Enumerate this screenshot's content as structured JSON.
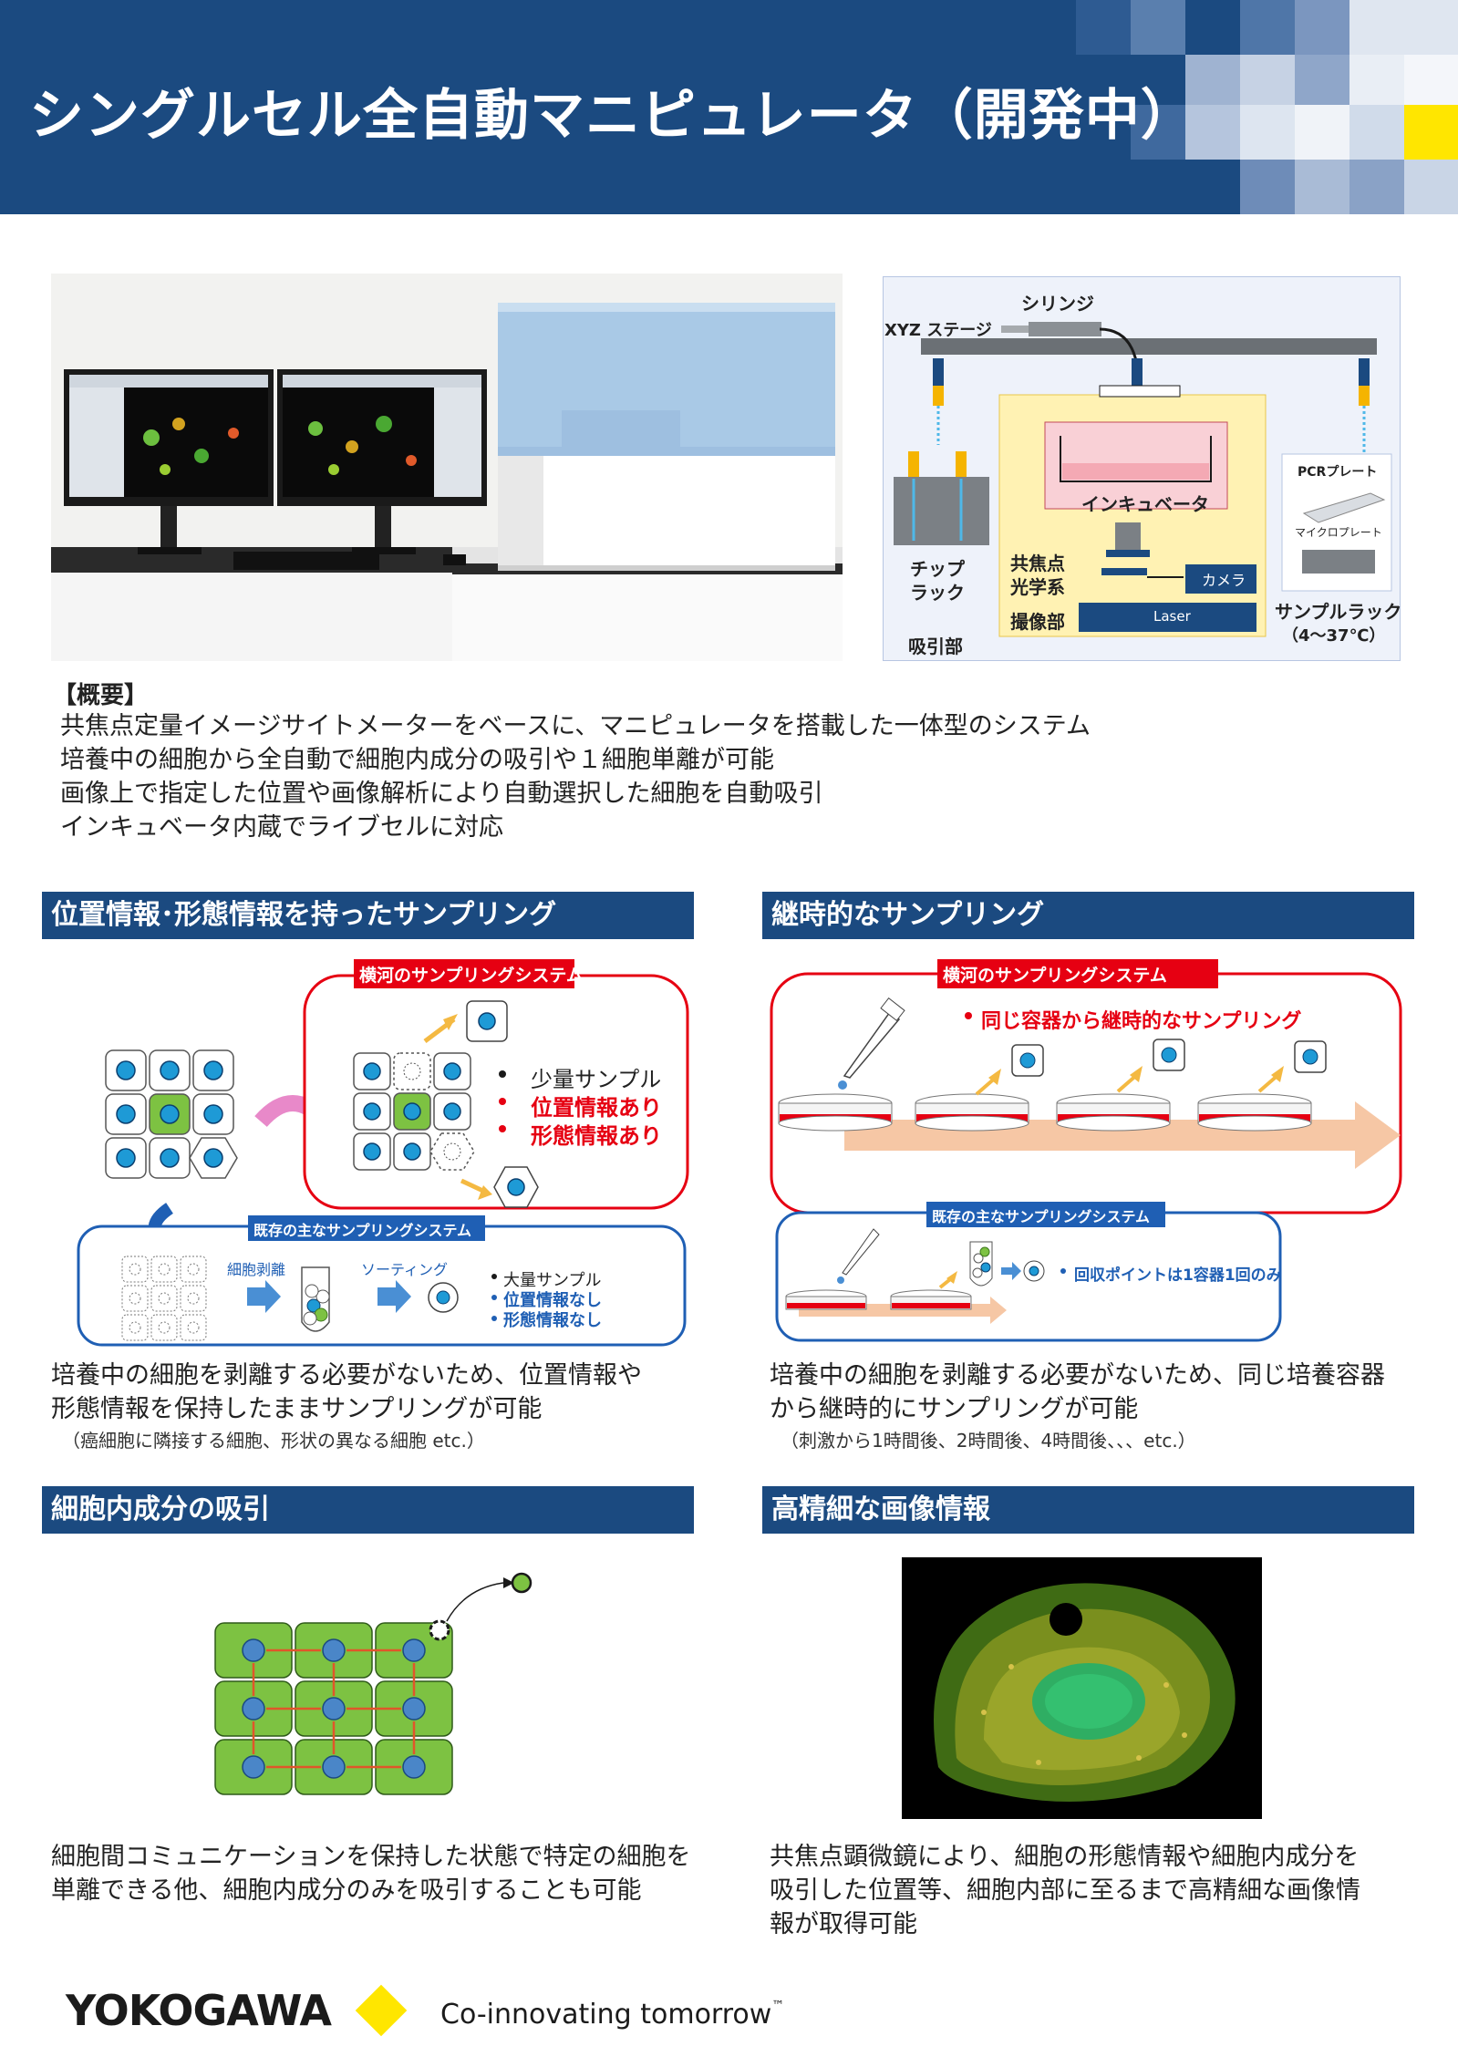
{
  "header": {
    "title": "シングルセル全自動マニピュレータ（開発中）"
  },
  "diagram_labels": {
    "syringe": "シリンジ",
    "xyz_stage": "XYZ ステージ",
    "incubator": "インキュベータ",
    "pcr_plate": "PCRプレート",
    "microplate": "マイクロプレート",
    "tip_rack": "チップ\nラック",
    "confocal": "共焦点\n光学系",
    "camera": "カメラ",
    "imaging": "撮像部",
    "laser": "Laser",
    "suction": "吸引部",
    "sample_rack": "サンプルラック",
    "sample_rack_temp": "（4～37℃）"
  },
  "overview": {
    "heading": "【概要】",
    "lines": [
      "共焦点定量イメージサイトメーターをベースに、マニピュレータを搭載した一体型のシステム",
      "培養中の細胞から全自動で細胞内成分の吸引や１細胞単離が可能",
      "画像上で指定した位置や画像解析により自動選択した細胞を自動吸引",
      "インキュベータ内蔵でライブセルに対応"
    ]
  },
  "sec1": {
    "title": "位置情報･形態情報を持ったサンプリング",
    "yokogawa_tag": "横河のサンプリングシステム",
    "bullets": [
      "少量サンプル",
      "位置情報あり",
      "形態情報あり"
    ],
    "existing_tag": "既存の主なサンプリングシステム",
    "step1": "細胞剥離",
    "step2": "ソーティング",
    "existing_bullets": [
      "大量サンプル",
      "位置情報なし",
      "形態情報なし"
    ],
    "desc": [
      "培養中の細胞を剥離する必要がないため、位置情報や",
      "形態情報を保持したままサンプリングが可能"
    ],
    "note": "（癌細胞に隣接する細胞、形状の異なる細胞 etc.）"
  },
  "sec2": {
    "title": "継時的なサンプリング",
    "yokogawa_tag": "横河のサンプリングシステム",
    "bullet": "同じ容器から継時的なサンプリング",
    "existing_tag": "既存の主なサンプリングシステム",
    "existing_bullet": "回収ポイントは1容器1回のみ",
    "desc": [
      "培養中の細胞を剥離する必要がないため、同じ培養容器",
      "から継時的にサンプリングが可能"
    ],
    "note": "（刺激から1時間後、2時間後、4時間後、、、etc.）"
  },
  "sec3": {
    "title": "細胞内成分の吸引",
    "desc": [
      "細胞間コミュニケーションを保持した状態で特定の細胞を",
      "単離できる他、細胞内成分のみを吸引することも可能"
    ]
  },
  "sec4": {
    "title": "高精細な画像情報",
    "desc": [
      "共焦点顕微鏡により、細胞の形態情報や細胞内成分を",
      "吸引した位置等、細胞内部に至るまで高精細な画像情",
      "報が取得可能"
    ]
  },
  "footer": {
    "brand": "YOKOGAWA",
    "slogan": "Co-innovating tomorrow",
    "tm": "™"
  },
  "colors": {
    "navy": "#1b4a80",
    "red": "#e60012",
    "blue": "#1f5fb4",
    "yellow": "#ffe600",
    "cell_blue": "#1e9ad6",
    "cell_green": "#7dc242"
  }
}
